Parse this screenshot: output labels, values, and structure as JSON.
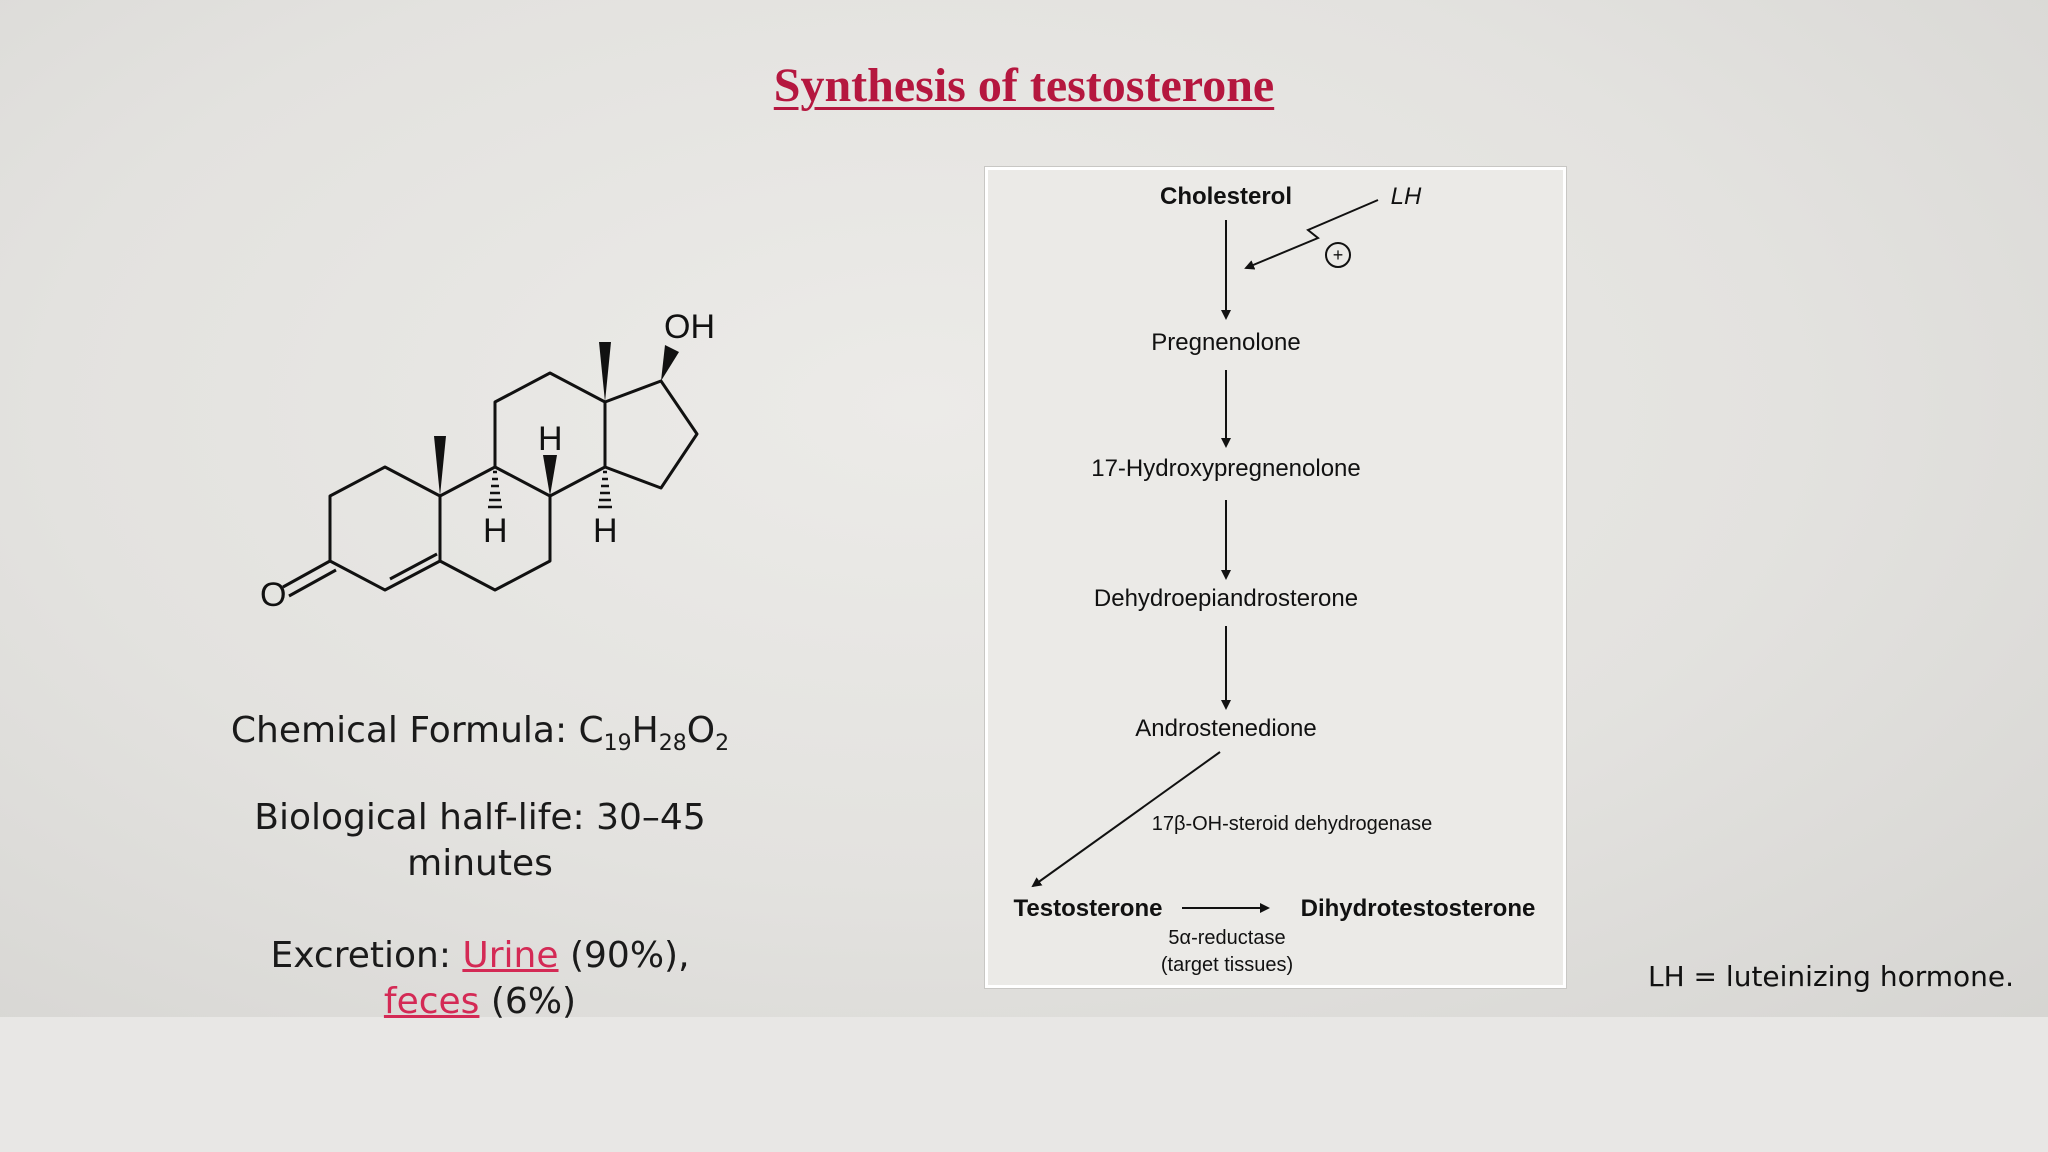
{
  "title": "Synthesis of testosterone",
  "molecule": {
    "atom_oh": "OH",
    "atom_o": "O",
    "atom_h1": "H",
    "atom_h2": "H",
    "atom_h3": "H"
  },
  "info": {
    "formula_label": "Chemical Formula: ",
    "formula_c": "C",
    "formula_c_sub": "19",
    "formula_h": "H",
    "formula_h_sub": "28",
    "formula_o": "O",
    "formula_o_sub": "2",
    "half_life": "Biological half-life: 30–45 minutes",
    "excretion_label": "Excretion: ",
    "urine_link": "Urine",
    "urine_pct": " (90%), ",
    "feces_link": "feces",
    "feces_pct": " (6%)"
  },
  "pathway": {
    "cholesterol": "Cholesterol",
    "lh": "LH",
    "plus": "+",
    "pregnenolone": "Pregnenolone",
    "hydroxypregnenolone": "17-Hydroxypregnenolone",
    "dhea": "Dehydroepiandrosterone",
    "androstenedione": "Androstenedione",
    "enzyme_17b": "17β-OH-steroid dehydrogenase",
    "testosterone": "Testosterone",
    "dht": "Dihydrotestosterone",
    "enzyme_5a": "5α-reductase",
    "target_tissues": "(target tissues)"
  },
  "footnote": "LH = luteinizing hormone.",
  "colors": {
    "title": "#b5173f",
    "link": "#d42a55"
  }
}
